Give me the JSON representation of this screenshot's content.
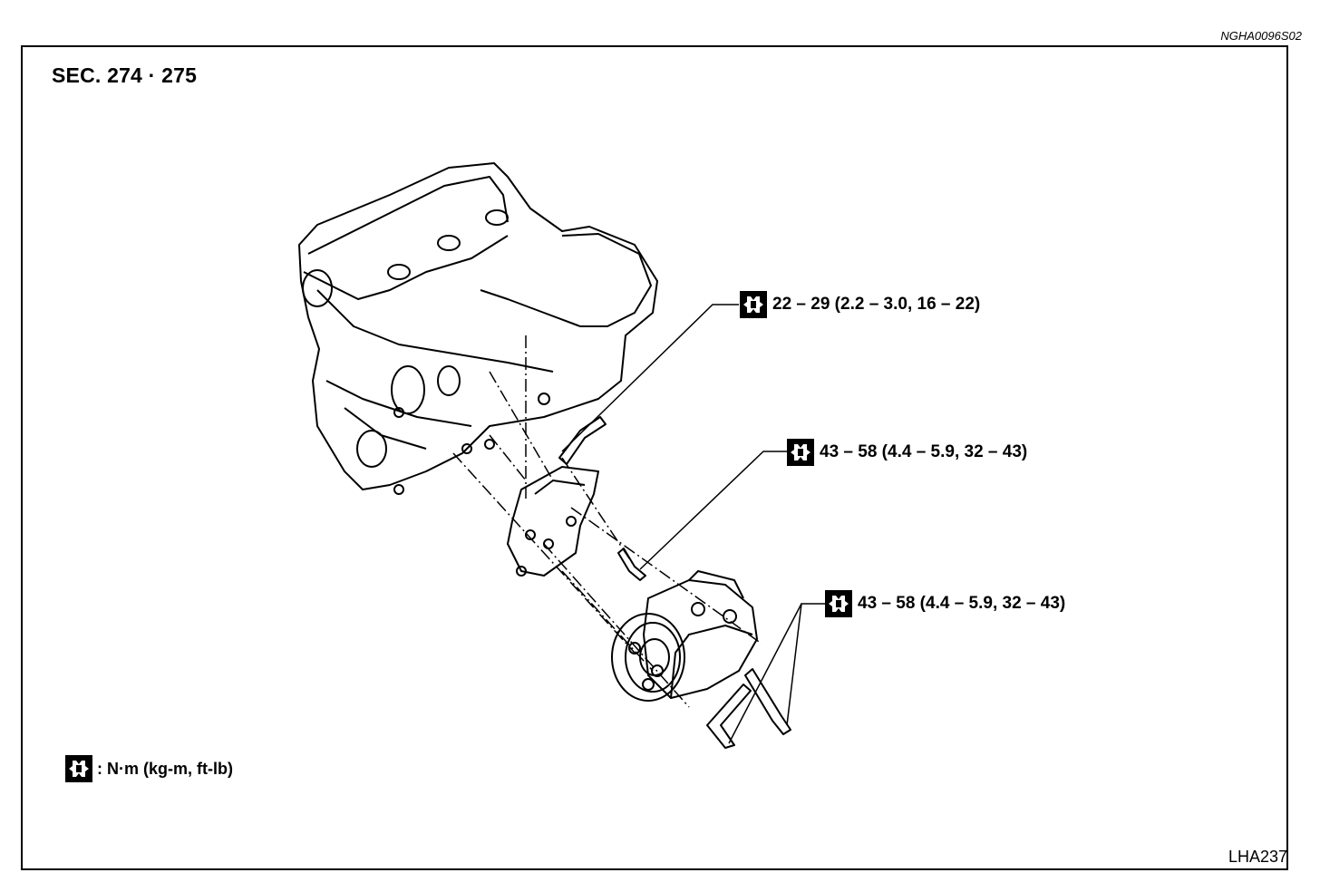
{
  "document_id": "NGHA0096S02",
  "section_title": "SEC. 274  · 275",
  "torque_specs": [
    {
      "icon": "torque-wrench-icon",
      "text": "22 – 29 (2.2 – 3.0, 16 – 22)"
    },
    {
      "icon": "torque-wrench-icon",
      "text": "43 – 58 (4.4 – 5.9, 32 – 43)"
    },
    {
      "icon": "torque-wrench-icon",
      "text": "43 – 58 (4.4 – 5.9, 32 – 43)"
    }
  ],
  "legend": {
    "icon": "torque-wrench-icon",
    "text": ": N·m (kg-m, ft-lb)"
  },
  "figure_code": "LHA237"
}
